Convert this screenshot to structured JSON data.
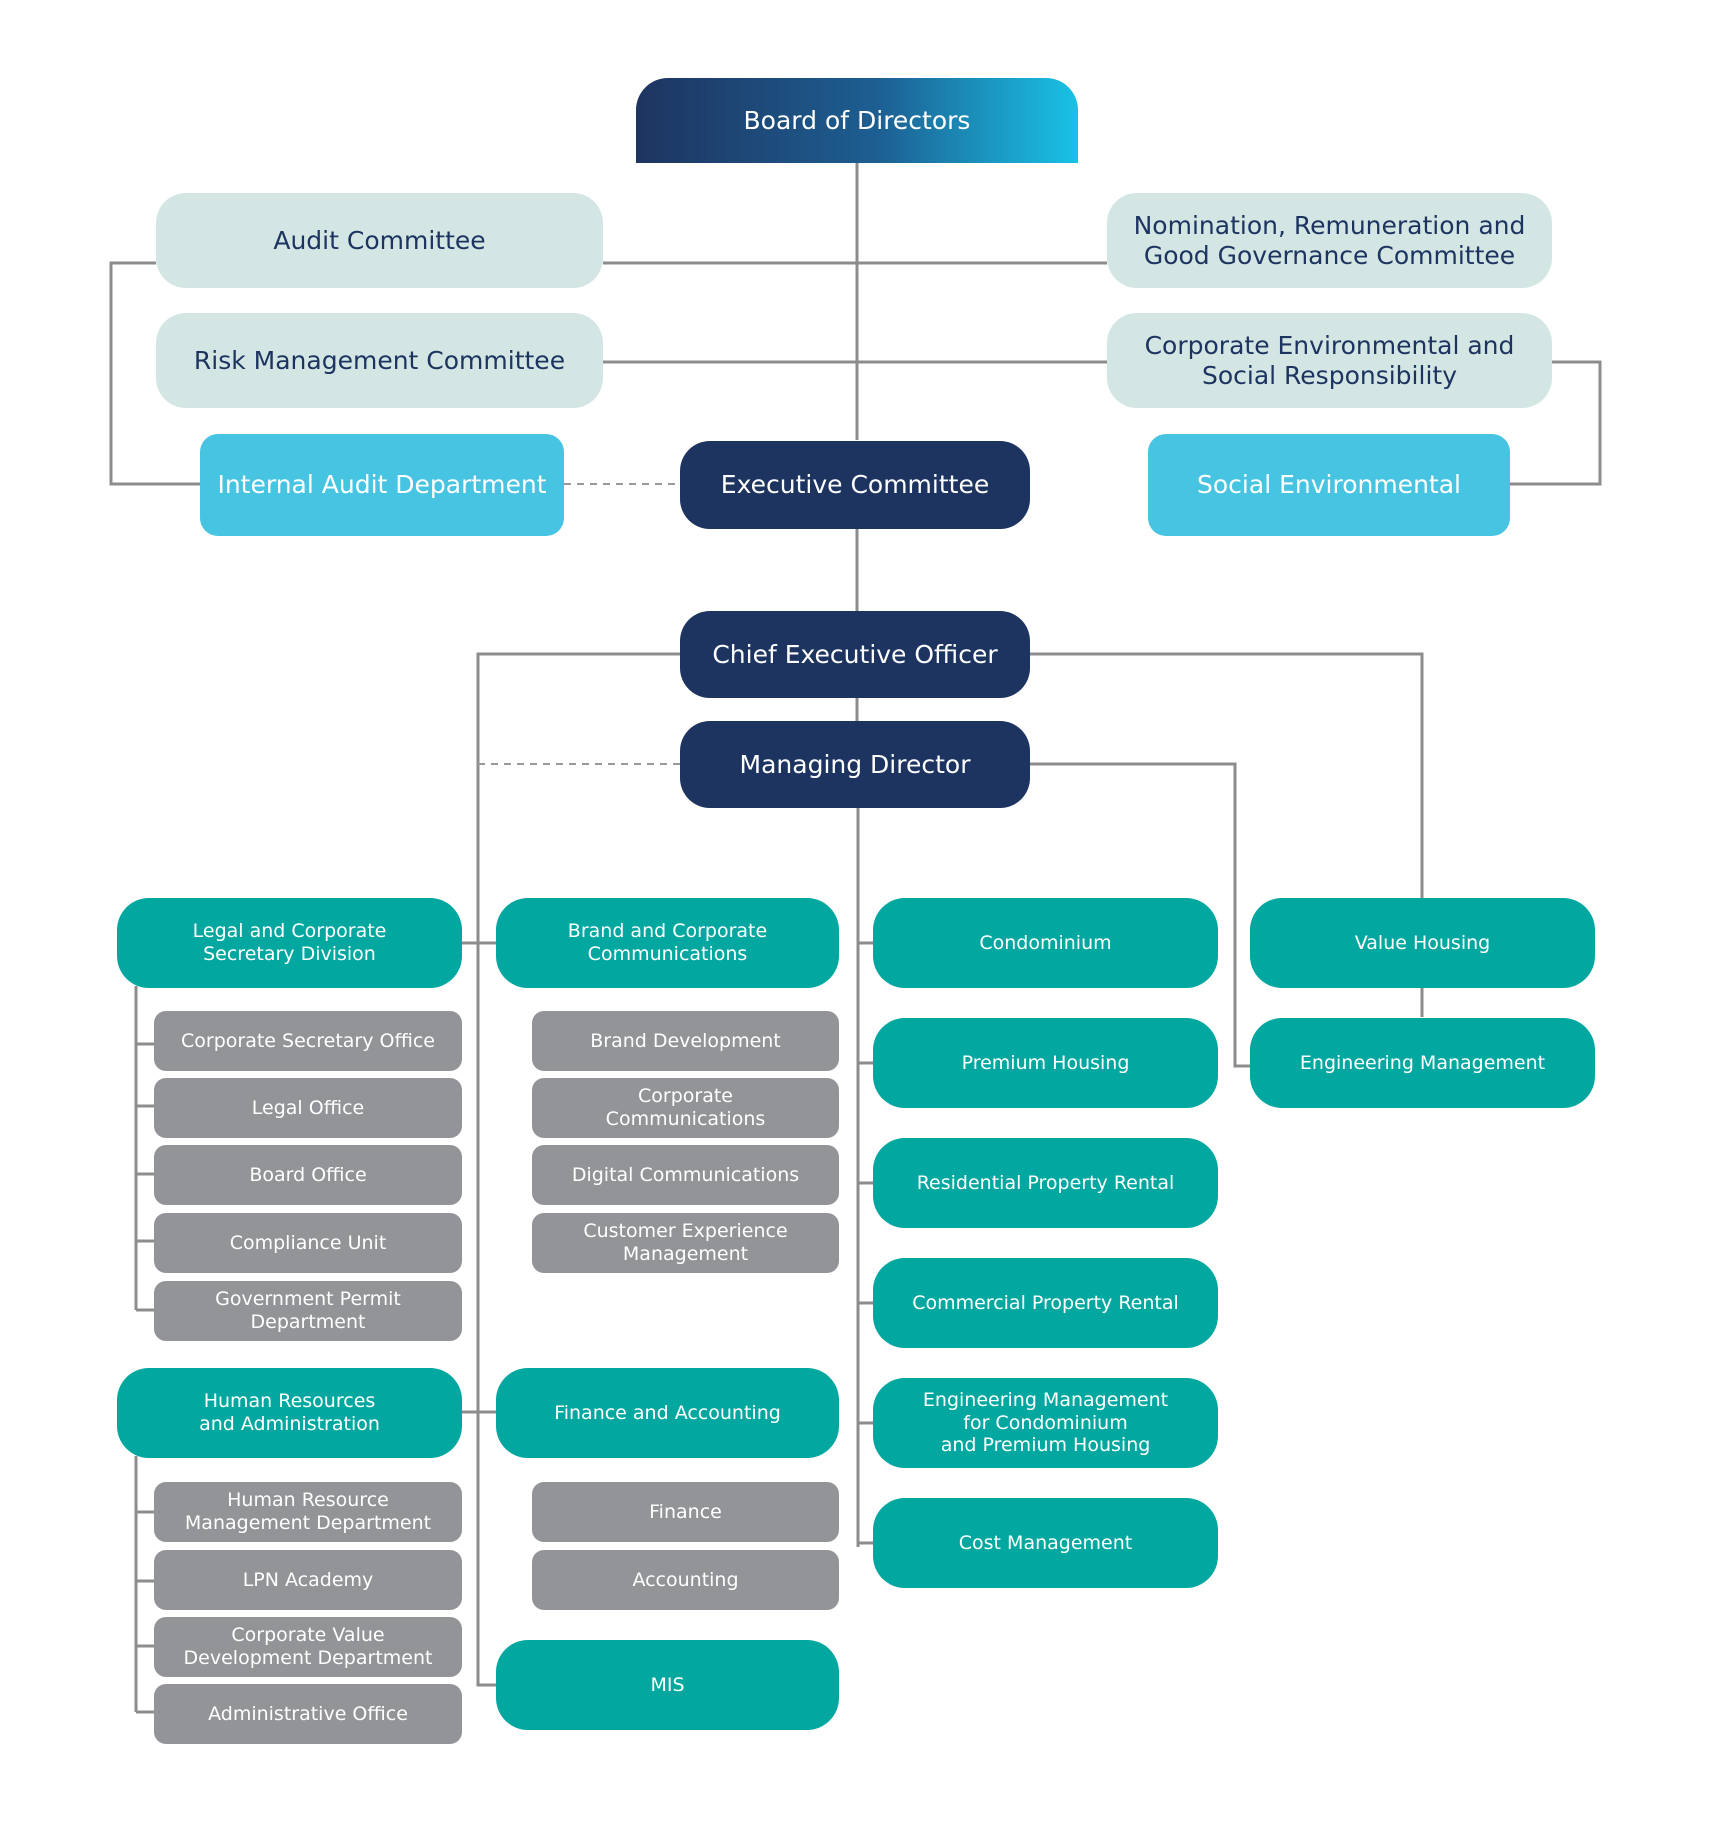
{
  "colors": {
    "board_gradient": [
      "#1e3460",
      "#19c2e6"
    ],
    "navy": "#1e3460",
    "committee_fill": "#d3e6e3",
    "sky": "#47c4e2",
    "teal": "#02a8a0",
    "gray_unit": "#929497",
    "connector": "#8c8c8c"
  },
  "governance": {
    "board": "Board of Directors",
    "audit_committee": "Audit Committee",
    "risk_committee": "Risk Management Committee",
    "nomination_committee": "Nomination, Remuneration and\nGood Governance Committee",
    "csr_committee": "Corporate Environmental and\nSocial Responsibility",
    "internal_audit": "Internal Audit Department",
    "executive_committee": "Executive Committee",
    "social_environmental": "Social Environmental"
  },
  "management": {
    "ceo": "Chief Executive Officer",
    "md": "Managing Director"
  },
  "legal": {
    "title": "Legal and Corporate\nSecretary Division",
    "units": [
      "Corporate Secretary Office",
      "Legal Office",
      "Board Office",
      "Compliance Unit",
      "Government Permit\nDepartment"
    ]
  },
  "hr": {
    "title": "Human Resources\nand Administration",
    "units": [
      "Human Resource\nManagement Department",
      "LPN Academy",
      "Corporate Value\nDevelopment Department",
      "Administrative Office"
    ]
  },
  "brand": {
    "title": "Brand and Corporate\nCommunications",
    "units": [
      "Brand Development",
      "Corporate\nCommunications",
      "Digital Communications",
      "Customer Experience\nManagement"
    ]
  },
  "finance": {
    "title": "Finance and Accounting",
    "units": [
      "Finance",
      "Accounting"
    ]
  },
  "mis": "MIS",
  "business_units": [
    "Condominium",
    "Premium Housing",
    "Residential Property Rental",
    "Commercial Property Rental",
    "Engineering Management\nfor Condominium\nand Premium Housing",
    "Cost Management"
  ],
  "right_units": {
    "value_housing": "Value Housing",
    "engineering_management": "Engineering Management"
  }
}
